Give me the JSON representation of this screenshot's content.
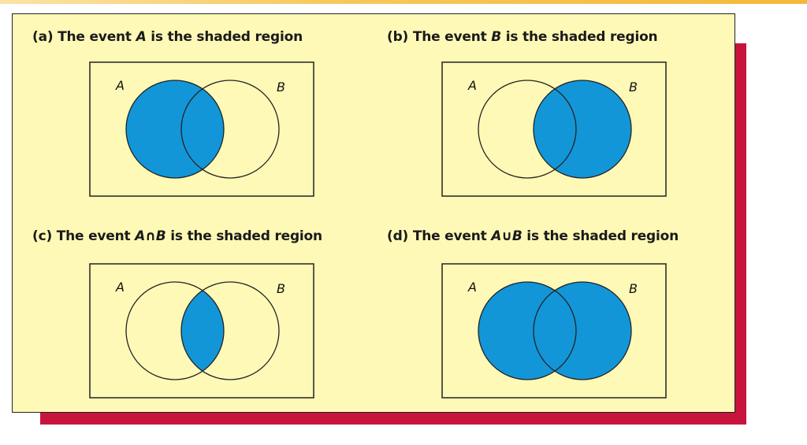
{
  "colors": {
    "panel_background": "#fef9b6",
    "shadow": "#c8143c",
    "shade": "#1296d8",
    "outline": "#222222"
  },
  "panels": [
    {
      "caption_prefix": "(a) The event ",
      "caption_symbol": "A",
      "caption_suffix": " is the shaded region",
      "label_a": "A",
      "label_b": "B",
      "shaded": "A"
    },
    {
      "caption_prefix": "(b) The event ",
      "caption_symbol": "B",
      "caption_suffix": " is the shaded region",
      "label_a": "A",
      "label_b": "B",
      "shaded": "B"
    },
    {
      "caption_prefix": "(c) The event ",
      "caption_symbol": "A∩B",
      "caption_suffix": " is the shaded region",
      "label_a": "A",
      "label_b": "B",
      "shaded": "A∩B"
    },
    {
      "caption_prefix": "(d) The event ",
      "caption_symbol": "A∪B",
      "caption_suffix": " is the shaded region",
      "label_a": "A",
      "label_b": "B",
      "shaded": "A∪B"
    }
  ]
}
